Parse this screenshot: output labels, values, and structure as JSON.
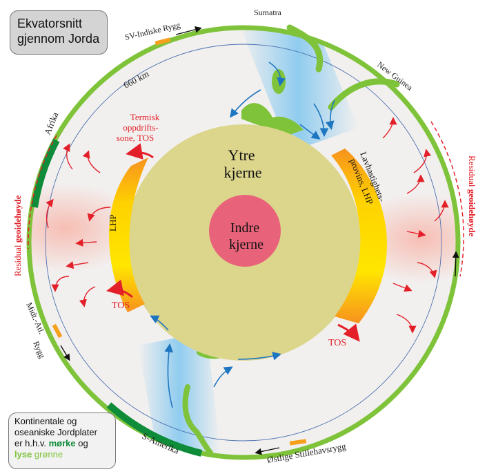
{
  "title_line1": "Ekvatorsnitt",
  "title_line2": "gjennom Jorda",
  "legend": {
    "line1": "Kontinentale og",
    "line2": "oseaniske Jordplater",
    "line3_pre": "er h.h.v. ",
    "line3_dark": "mørke",
    "line3_post": " og",
    "line4_light": "lyse",
    "line4_post": " grønne"
  },
  "labels": {
    "sumatra": "Sumatra",
    "new_guinea": "New Guinea",
    "sv_indiske_rygg": "SV-Indiske Rygg",
    "depth_660": "660 km",
    "afrika": "Afrika",
    "tos_top_line1": "Termisk",
    "tos_top_line2": "oppdrifts-",
    "tos_top_line3": "sone, TOS",
    "ytre_line1": "Ytre",
    "ytre_line2": "kjerne",
    "indre_line1": "Indre",
    "indre_line2": "kjerne",
    "lhp_left": "LHP",
    "lhp_right_line1": "Lavhastighets-",
    "lhp_right_line2": "provins, LHP",
    "tos_left": "TOS",
    "tos_right": "TOS",
    "midt_atl_line1": "Midt.-Atl.",
    "midt_atl_line2": "Rygg",
    "s_amerika": "S-Amerika",
    "ostlige_stillehavsrygg": "Østlige Stillehavsrygg",
    "residual_left_1": "Residual ",
    "residual_left_2": "geoidehøyde",
    "residual_right_1": "Residual ",
    "residual_right_2": "geoidehøyde"
  },
  "colors": {
    "plate_light": "#7ec33a",
    "plate_dark": "#0f8c3a",
    "outer_core": "#dcd58c",
    "inner_core": "#e8637a",
    "lhp_orange": "#f79a1e",
    "lhp_yellow": "#ffe600",
    "arrow_red": "#e3202a",
    "arrow_blue": "#1f76c0",
    "mantle": "#f2f0ef"
  }
}
